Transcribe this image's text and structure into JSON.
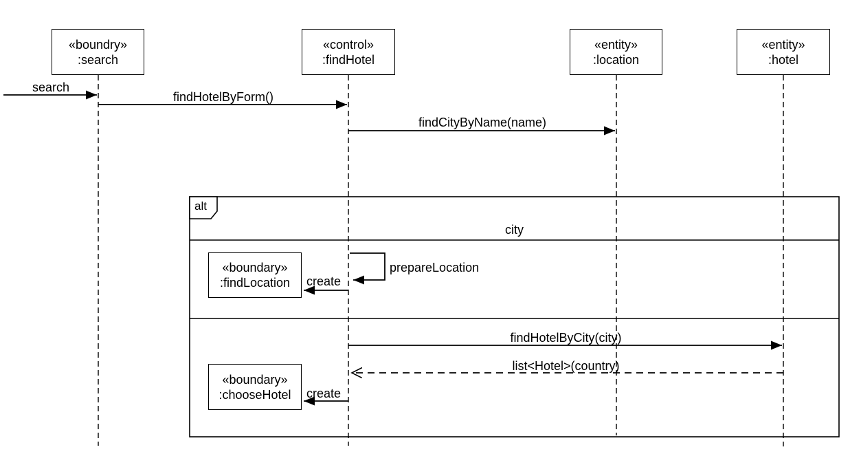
{
  "diagram": {
    "type": "uml-sequence-diagram",
    "background_color": "#ffffff",
    "line_color": "#000000",
    "lifelines": [
      {
        "id": "search",
        "stereotype": "«boundry»",
        "name": ":search"
      },
      {
        "id": "findHotel",
        "stereotype": "«control»",
        "name": ":findHotel"
      },
      {
        "id": "location",
        "stereotype": "«entity»",
        "name": ":location"
      },
      {
        "id": "hotel",
        "stereotype": "«entity»",
        "name": ":hotel"
      }
    ],
    "created_objects": [
      {
        "id": "findLocation",
        "stereotype": "«boundary»",
        "name": ":findLocation"
      },
      {
        "id": "chooseHotel",
        "stereotype": "«boundary»",
        "name": ":chooseHotel"
      }
    ],
    "fragment": {
      "operator": "alt",
      "guard": "city"
    },
    "messages": {
      "search": "search",
      "findHotelByForm": "findHotelByForm()",
      "findCityByName": "findCityByName(name)",
      "prepareLocation": "prepareLocation",
      "createFindLocation": "create",
      "findHotelByCity": "findHotelByCity(city)",
      "listHotelReturn": "list<Hotel>(country)",
      "createChooseHotel": "create"
    }
  }
}
